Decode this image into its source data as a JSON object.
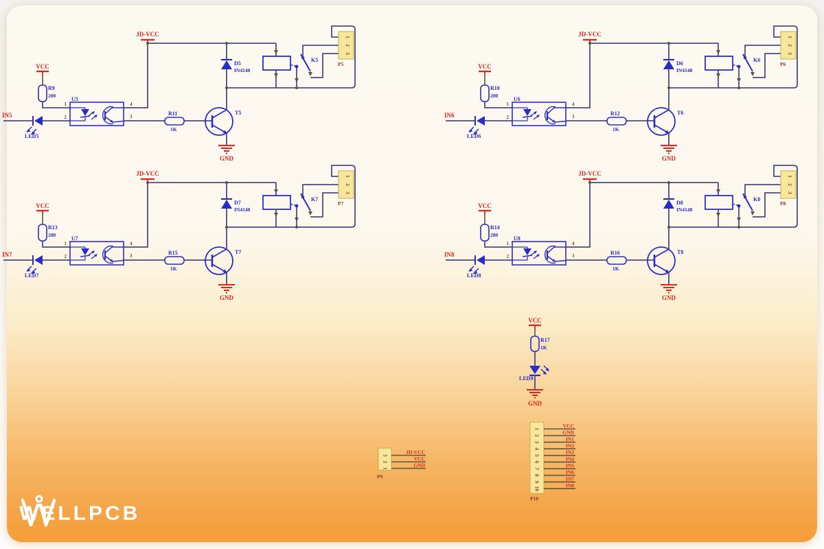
{
  "page": {
    "brand": "WELLPCB"
  },
  "colors": {
    "accent_orange": "#f49d3a",
    "net_label_red": "#e0241c",
    "component_blue": "#2a2cc8",
    "wire_slate": "#4c4a7e",
    "pin_olive": "#5a573c",
    "connector_yellow": "#f6e79c",
    "designator_dark_red": "#8a3b22"
  },
  "schematic": {
    "blocks": [
      {
        "in": "IN5",
        "led": "LED5",
        "vcc": "VCC",
        "jdvcc": "JD-VCC",
        "gnd": "GND",
        "r_in": "R9",
        "r_in_val": "200",
        "opto": "U5",
        "pins": [
          "1",
          "2",
          "3",
          "4"
        ],
        "r_base": "R11",
        "r_base_val": "1K",
        "transistor": "T5",
        "diode": "D5",
        "diode_val": "IN4148",
        "relay": "K5",
        "conn": "P5",
        "conn_pins": [
          "1",
          "2",
          "3"
        ]
      },
      {
        "in": "IN6",
        "led": "LED6",
        "vcc": "VCC",
        "jdvcc": "JD-VCC",
        "gnd": "GND",
        "r_in": "R10",
        "r_in_val": "200",
        "opto": "U6",
        "pins": [
          "1",
          "2",
          "3",
          "4"
        ],
        "r_base": "R12",
        "r_base_val": "1K",
        "transistor": "T6",
        "diode": "D6",
        "diode_val": "IN4148",
        "relay": "K6",
        "conn": "P6",
        "conn_pins": [
          "1",
          "2",
          "3"
        ]
      },
      {
        "in": "IN7",
        "led": "LED7",
        "vcc": "VCC",
        "jdvcc": "JD-VCC",
        "gnd": "GND",
        "r_in": "R13",
        "r_in_val": "200",
        "opto": "U7",
        "pins": [
          "1",
          "2",
          "3",
          "4"
        ],
        "r_base": "R15",
        "r_base_val": "1K",
        "transistor": "T7",
        "diode": "D7",
        "diode_val": "IN4148",
        "relay": "K7",
        "conn": "P7",
        "conn_pins": [
          "1",
          "2",
          "3"
        ]
      },
      {
        "in": "IN8",
        "led": "LED8",
        "vcc": "VCC",
        "jdvcc": "JD-VCC",
        "gnd": "GND",
        "r_in": "R14",
        "r_in_val": "200",
        "opto": "U8",
        "pins": [
          "1",
          "2",
          "3",
          "4"
        ],
        "r_base": "R16",
        "r_base_val": "1K",
        "transistor": "T8",
        "diode": "D8",
        "diode_val": "IN4148",
        "relay": "K8",
        "conn": "P8",
        "conn_pins": [
          "1",
          "2",
          "3"
        ]
      }
    ],
    "indicator": {
      "vcc": "VCC",
      "r": "R17",
      "r_val": "1K",
      "led": "LED9",
      "gnd": "GND"
    },
    "p9": {
      "label": "P9",
      "pins": [
        {
          "n": "3",
          "net": "JD-VCC"
        },
        {
          "n": "2",
          "net": "VCC"
        },
        {
          "n": "1",
          "net": "GND"
        }
      ]
    },
    "p10": {
      "label": "P10",
      "pins": [
        {
          "n": "1",
          "net": "VCC"
        },
        {
          "n": "2",
          "net": "GND"
        },
        {
          "n": "3",
          "net": "IN1"
        },
        {
          "n": "4",
          "net": "IN2"
        },
        {
          "n": "5",
          "net": "IN3"
        },
        {
          "n": "6",
          "net": "IN4"
        },
        {
          "n": "7",
          "net": "IN5"
        },
        {
          "n": "8",
          "net": "IN6"
        },
        {
          "n": "9",
          "net": "IN7"
        },
        {
          "n": "10",
          "net": "IN8"
        }
      ]
    }
  }
}
